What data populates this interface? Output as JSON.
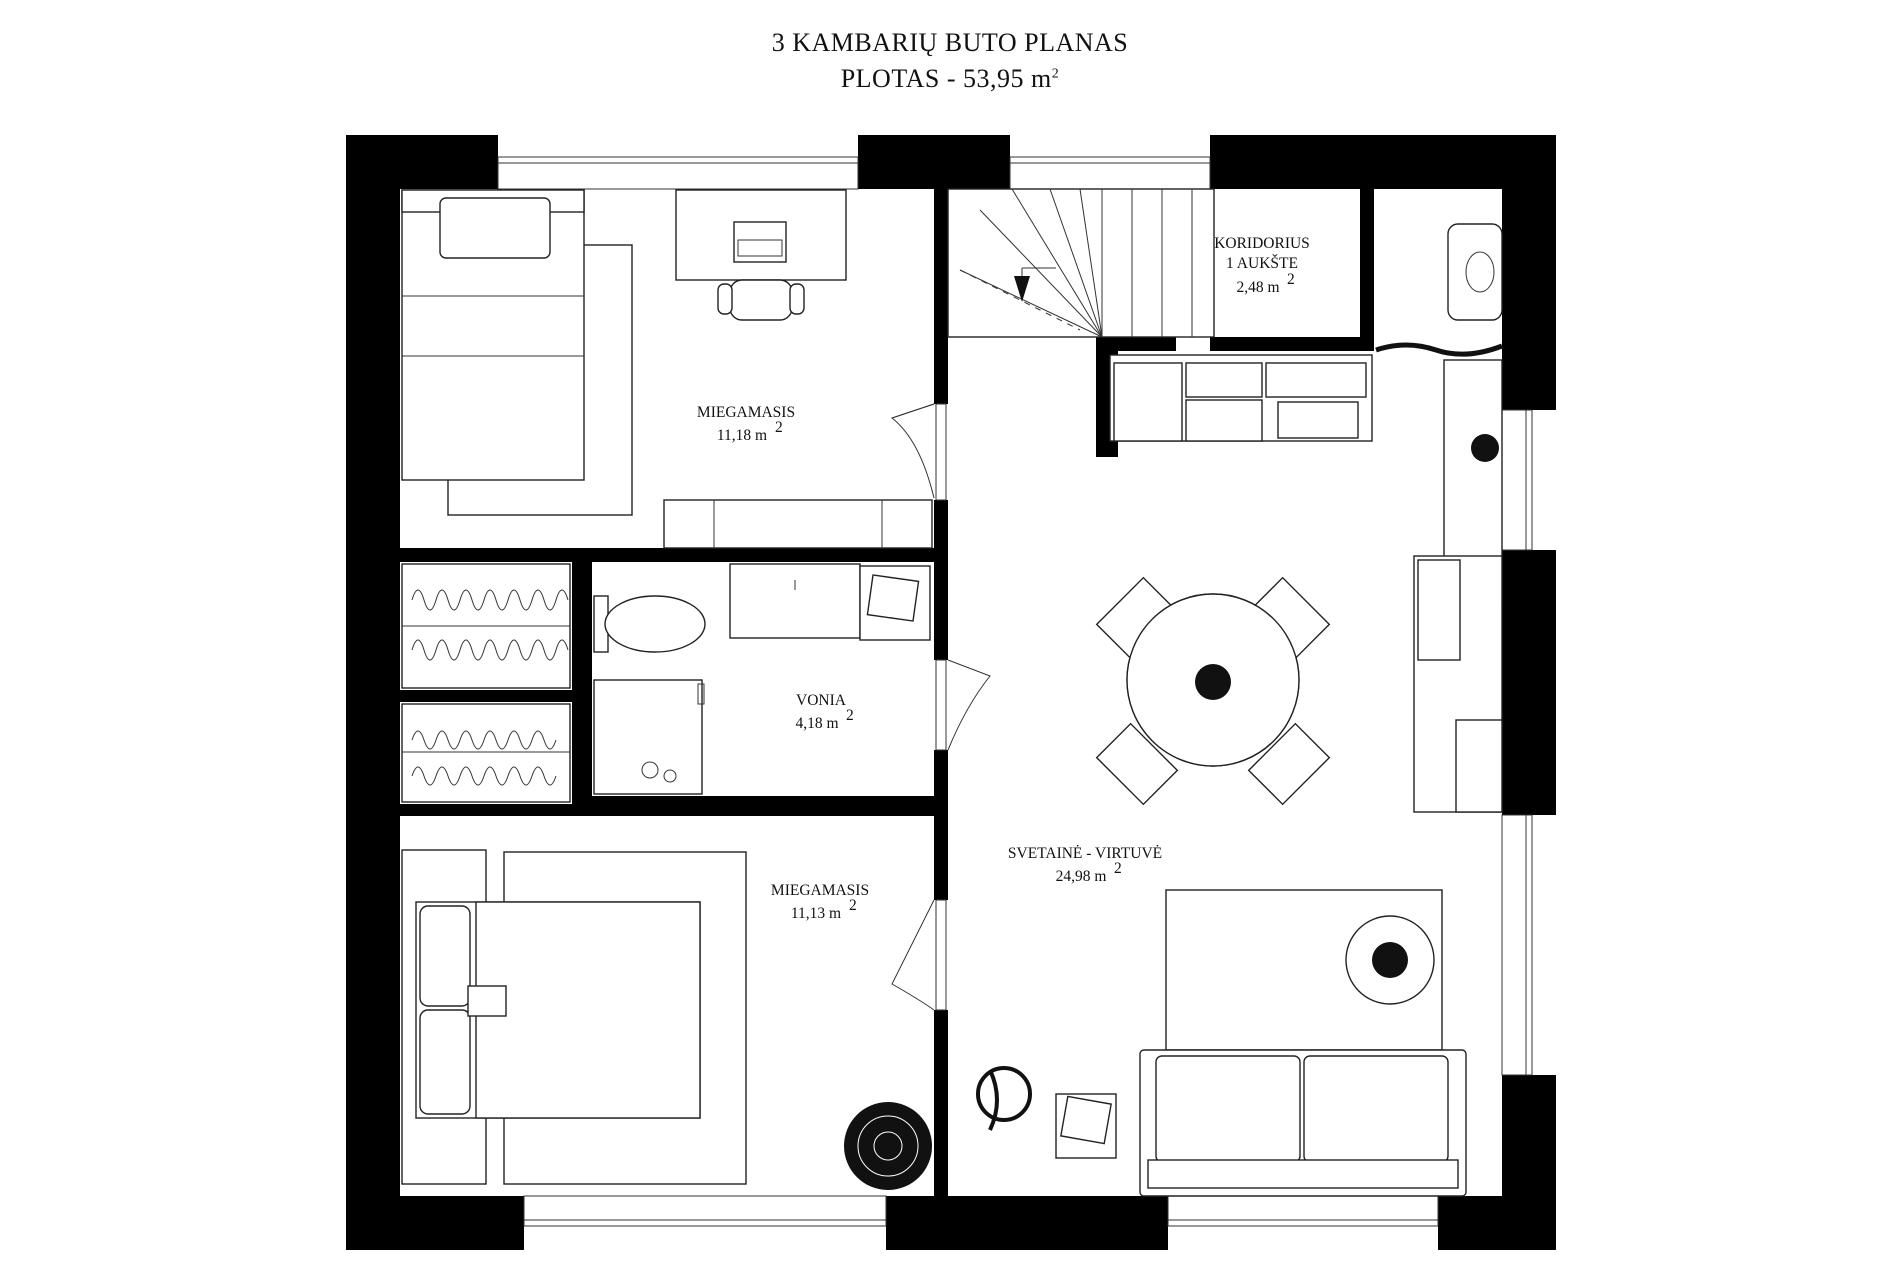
{
  "title": {
    "line1": "3 KAMBARIŲ BUTO PLANAS",
    "line2_prefix": "PLOTAS - 53,95 m",
    "line2_sup": "2"
  },
  "rooms": {
    "bedroom_top": {
      "name": "MIEGAMASIS",
      "area": "11,18 m",
      "sup": "2"
    },
    "bathroom": {
      "name": "VONIA",
      "area": "4,18 m",
      "sup": "2"
    },
    "bedroom_bottom": {
      "name": "MIEGAMASIS",
      "area": "11,13 m",
      "sup": "2"
    },
    "corridor": {
      "name_line1": "KORIDORIUS",
      "name_line2": "1 AUKŠTE",
      "area": "2,48 m",
      "sup": "2"
    },
    "living_kitchen": {
      "name": "SVETAINĖ - VIRTUVĖ",
      "area": "24,98 m",
      "sup": "2"
    }
  },
  "colors": {
    "wall": "#000000",
    "line": "#222222",
    "background": "#ffffff"
  },
  "icons": [
    "bed-icon",
    "desk-icon",
    "laptop-icon",
    "chair-icon",
    "wardrobe-icon",
    "toilet-icon",
    "sink-icon",
    "shower-icon",
    "stairs-icon",
    "dining-table-icon",
    "sofa-icon",
    "plant-icon",
    "kitchen-counter-icon",
    "door-icon"
  ]
}
